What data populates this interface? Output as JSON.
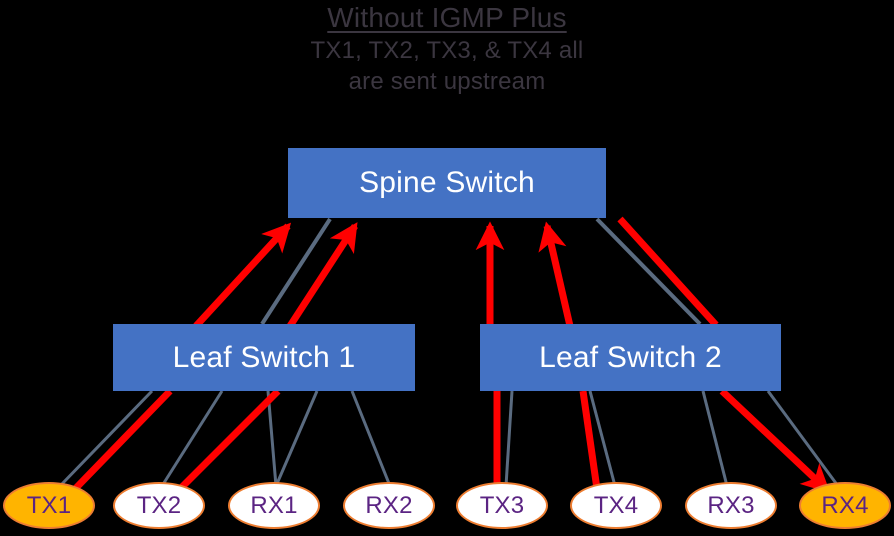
{
  "header": {
    "title": "Without IGMP Plus",
    "subtitle_lines": [
      "TX1, TX2, TX3, & TX4 all",
      "are sent upstream"
    ]
  },
  "colors": {
    "background": "#000000",
    "switch_fill": "#4472C4",
    "switch_text": "#FFFFFF",
    "node_border": "#ED7D31",
    "node_fill_active": "#FFB400",
    "node_fill_idle": "#FFFFFF",
    "node_text": "#5B2483",
    "link_normal": "#5A6B80",
    "link_highlight": "#FF0000",
    "title_text": "#3B3640"
  },
  "topology": {
    "spine": {
      "label": "Spine Switch"
    },
    "leaves": [
      {
        "label": "Leaf Switch 1"
      },
      {
        "label": "Leaf Switch 2"
      }
    ],
    "hosts": [
      {
        "label": "TX1",
        "state": "active"
      },
      {
        "label": "TX2",
        "state": "idle"
      },
      {
        "label": "RX1",
        "state": "idle"
      },
      {
        "label": "RX2",
        "state": "idle"
      },
      {
        "label": "TX3",
        "state": "idle"
      },
      {
        "label": "TX4",
        "state": "idle"
      },
      {
        "label": "RX3",
        "state": "idle"
      },
      {
        "label": "RX4",
        "state": "active"
      }
    ]
  }
}
